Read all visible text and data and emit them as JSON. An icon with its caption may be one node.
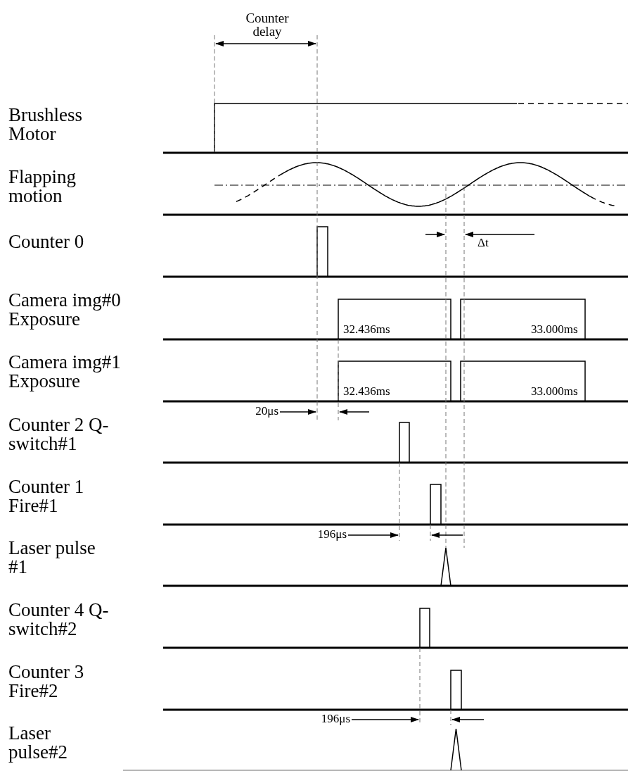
{
  "diagram": {
    "labels": [
      "Counter delay",
      "Brushless Motor",
      "Flapping motion",
      "Counter 0",
      "Δt",
      "Camera img#0 Exposure",
      "32.436ms",
      "33.000ms",
      "Camera img#1 Exposure",
      "32.436ms",
      "33.000ms",
      "20μs",
      "Counter 2 Q-switch#1",
      "Counter 1 Fire#1",
      "196μs",
      "Laser pulse #1",
      "Counter 4 Q-switch#2",
      "Counter 3 Fire#2",
      "196μs",
      "Laser pulse#2"
    ]
  }
}
